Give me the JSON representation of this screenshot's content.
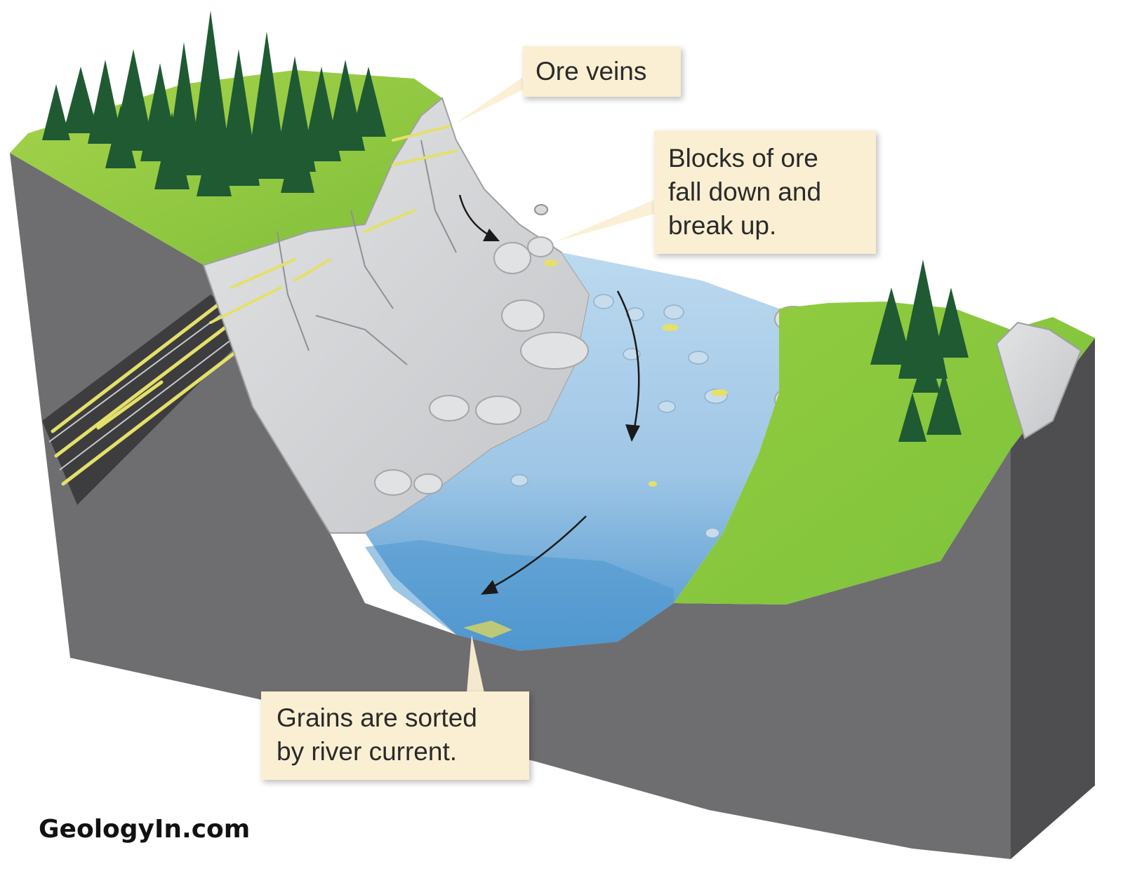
{
  "callouts": {
    "ore_veins": [
      "Ore veins"
    ],
    "blocks": [
      "Blocks of ore",
      "fall down and",
      "break up."
    ],
    "grains": [
      "Grains are sorted",
      "by river current."
    ]
  },
  "watermark": "GeologyIn.com",
  "colors": {
    "rock_block": "#6b6b6d",
    "rock_block_dark": "#4c4c4e",
    "grass": "#8cc63f",
    "grass_light": "#b6dc5a",
    "forest": "#1f5a33",
    "cliff": "#cfd0d2",
    "water": "#9fc6e6",
    "water_deep": "#4f97cf",
    "ore": "#e4e06a",
    "callout_bg": "#fbefd3"
  }
}
